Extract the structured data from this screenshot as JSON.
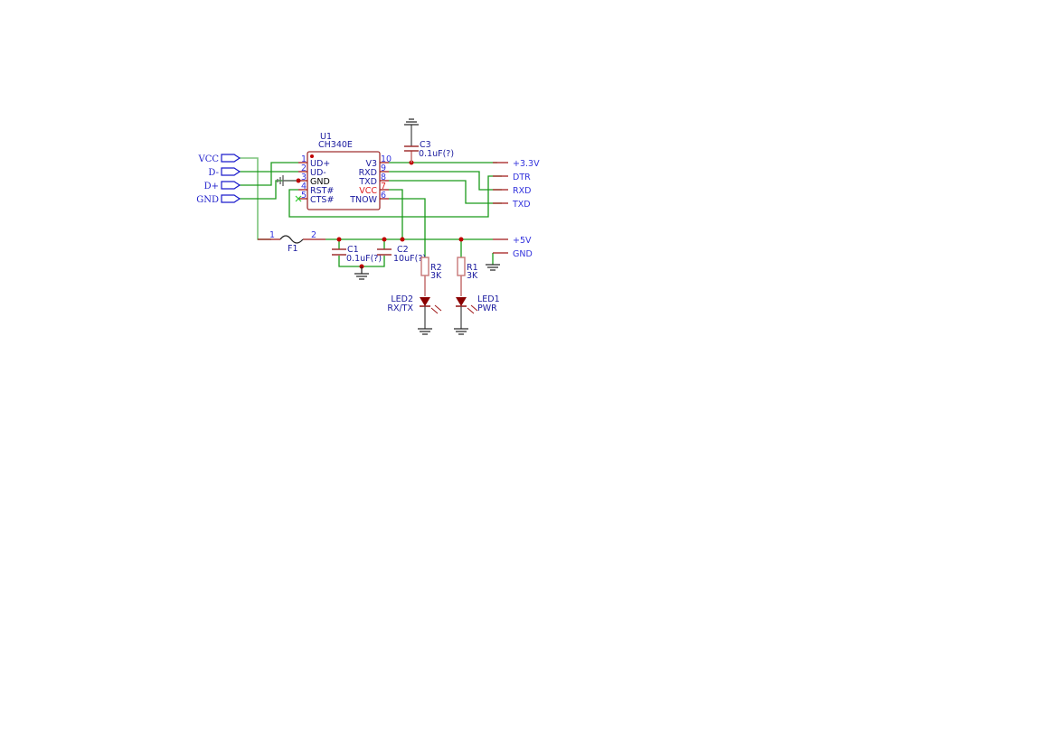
{
  "ports": [
    {
      "label": "VCC"
    },
    {
      "label": "D-"
    },
    {
      "label": "D+"
    },
    {
      "label": "GND"
    }
  ],
  "u1": {
    "ref": "U1",
    "value": "CH340E",
    "left_pins": [
      {
        "num": "1",
        "name": "UD+"
      },
      {
        "num": "2",
        "name": "UD-"
      },
      {
        "num": "3",
        "name": "GND"
      },
      {
        "num": "4",
        "name": "RST#"
      },
      {
        "num": "5",
        "name": "CTS#"
      }
    ],
    "right_pins": [
      {
        "num": "10",
        "name": "V3"
      },
      {
        "num": "9",
        "name": "RXD"
      },
      {
        "num": "8",
        "name": "TXD"
      },
      {
        "num": "7",
        "name": "VCC"
      },
      {
        "num": "6",
        "name": "TNOW"
      }
    ]
  },
  "f1": {
    "ref": "F1",
    "pin1": "1",
    "pin2": "2"
  },
  "c1": {
    "ref": "C1",
    "value": "0.1uF(?)"
  },
  "c2": {
    "ref": "C2",
    "value": "10uF(?)"
  },
  "c3": {
    "ref": "C3",
    "value": "0.1uF(?)"
  },
  "r1": {
    "ref": "R1",
    "value": "3K"
  },
  "r2": {
    "ref": "R2",
    "value": "3K"
  },
  "led1": {
    "ref": "LED1",
    "value": "PWR"
  },
  "led2": {
    "ref": "LED2",
    "value": "RX/TX"
  },
  "nets": {
    "v33": "+3.3V",
    "dtr": "DTR",
    "rxd": "RXD",
    "txd": "TXD",
    "v5": "+5V",
    "gnd": "GND"
  }
}
